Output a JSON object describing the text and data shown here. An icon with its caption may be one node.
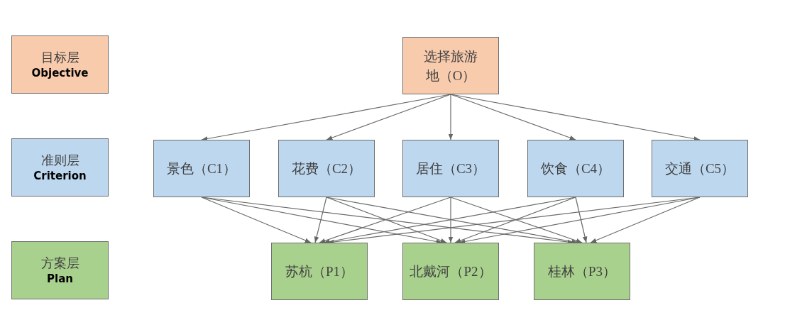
{
  "diagram": {
    "nodes": [
      {
        "text": [
          "目标层",
          "Objective"
        ]
      },
      {
        "text": [
          "选择旅游地（O）"
        ]
      },
      {
        "text": [
          "准则层",
          "Criterion"
        ]
      },
      {
        "text": [
          "景色（C1）"
        ]
      },
      {
        "text": [
          "花费（C2）"
        ]
      },
      {
        "text": [
          "居住（C3）"
        ]
      },
      {
        "text": [
          "饮食（C4）"
        ]
      },
      {
        "text": [
          "交通（C5）"
        ]
      },
      {
        "text": [
          "方案层",
          "Plan"
        ]
      },
      {
        "text": [
          "苏杭（P1）"
        ]
      },
      {
        "text": [
          "北戴河（P2）"
        ]
      },
      {
        "text": [
          "桂林（P3）"
        ]
      }
    ],
    "edges": [
      {
        "from": 1,
        "to": 3,
        "arrow": "to"
      },
      {
        "from": 1,
        "to": 4,
        "arrow": "to"
      },
      {
        "from": 1,
        "to": 5,
        "arrow": "to"
      },
      {
        "from": 1,
        "to": 6,
        "arrow": "to"
      },
      {
        "from": 1,
        "to": 7,
        "arrow": "to"
      },
      {
        "from": 3,
        "to": 9,
        "arrow": "to"
      },
      {
        "from": 3,
        "to": 10,
        "arrow": "to"
      },
      {
        "from": 3,
        "to": 11,
        "arrow": "to"
      },
      {
        "from": 4,
        "to": 9,
        "arrow": "to"
      },
      {
        "from": 4,
        "to": 10,
        "arrow": "to"
      },
      {
        "from": 4,
        "to": 11,
        "arrow": "to"
      },
      {
        "from": 5,
        "to": 9,
        "arrow": "to"
      },
      {
        "from": 5,
        "to": 10,
        "arrow": "to"
      },
      {
        "from": 5,
        "to": 11,
        "arrow": "to"
      },
      {
        "from": 6,
        "to": 9,
        "arrow": "to"
      },
      {
        "from": 6,
        "to": 10,
        "arrow": "to"
      },
      {
        "from": 6,
        "to": 11,
        "arrow": "to"
      },
      {
        "from": 7,
        "to": 9,
        "arrow": "to"
      },
      {
        "from": 7,
        "to": 10,
        "arrow": "to"
      },
      {
        "from": 7,
        "to": 11,
        "arrow": "to"
      }
    ]
  }
}
